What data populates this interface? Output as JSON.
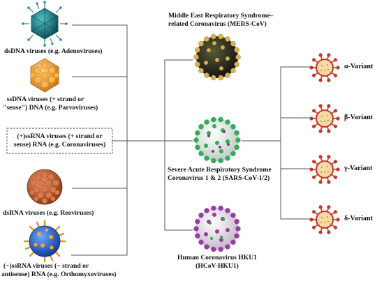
{
  "left_column": {
    "items": [
      {
        "id": "dsdna",
        "lines": [
          "dsDNA viruses (e.g. Adenoviruses)"
        ],
        "icon": "adenovirus-icon",
        "color": "#1d7f86"
      },
      {
        "id": "ssdna",
        "lines": [
          "ssDNA viruses (+ strand or",
          "\"sense\") DNA (e.g. Parvoviruses)"
        ],
        "icon": "parvovirus-icon",
        "color": "#f0a030"
      },
      {
        "id": "ssrna-pos",
        "lines": [
          "(+)ssRNA viruses (+ strand or",
          "sense) RNA (e.g. Coronaviruses)"
        ],
        "icon": "none",
        "color": "#111111"
      },
      {
        "id": "dsrna",
        "lines": [
          "dsRNA viruses (e.g. Reoviruses)"
        ],
        "icon": "reovirus-icon",
        "color": "#c0592a"
      },
      {
        "id": "ssrna-neg",
        "lines": [
          "(−)ssRNA viruses (− strand or",
          "antisense) RNA (e.g. Orthomyxoviruses)"
        ],
        "icon": "orthomyxovirus-icon",
        "color": "#2060c0"
      }
    ]
  },
  "middle_column": {
    "items": [
      {
        "id": "mers",
        "lines": [
          "Middle East Respiratory Syndrome–",
          "related Coronavirus (MERS-CoV)"
        ],
        "icon": "mers-cov-icon",
        "color": "#111111"
      },
      {
        "id": "sars",
        "lines": [
          "Severe Acute Respiratory Syndrome",
          "Coronavirus 1 & 2 (SARS-CoV-1/2)"
        ],
        "icon": "sars-cov-icon",
        "color": "#2aa84a"
      },
      {
        "id": "hku1",
        "lines": [
          "Human Coronavirus HKU1",
          "(HCoV-HKU1)"
        ],
        "icon": "hku1-icon",
        "color": "#9a3aa8"
      }
    ]
  },
  "right_column": {
    "items": [
      {
        "id": "alpha",
        "label": "α-Variant",
        "icon": "sars-cov-2-variant-icon"
      },
      {
        "id": "beta",
        "label": "β-Variant",
        "icon": "sars-cov-2-variant-icon"
      },
      {
        "id": "gamma",
        "label": "γ-Variant",
        "icon": "sars-cov-2-variant-icon"
      },
      {
        "id": "delta",
        "label": "δ-Variant",
        "icon": "sars-cov-2-variant-icon"
      }
    ]
  },
  "colors": {
    "line": "#555555",
    "variant_ring": "#c0392b",
    "variant_fill": "#f6d9a6"
  }
}
